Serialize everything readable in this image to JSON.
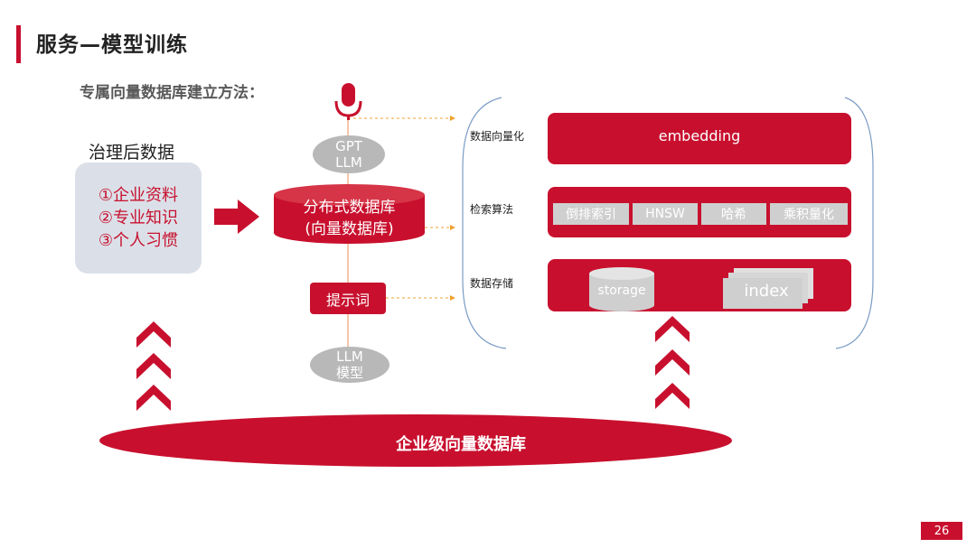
{
  "header": {
    "title": "服务—模型训练",
    "subtitle": "专属向量数据库建立方法："
  },
  "source": {
    "title": "治理后数据",
    "items": [
      "①企业资料",
      "②专业知识",
      "③个人习惯"
    ]
  },
  "pipeline": {
    "gpt_line1": "GPT",
    "gpt_line2": "LLM",
    "db_line1": "分布式数据库",
    "db_line2": "(向量数据库)",
    "prompt": "提示词",
    "llm_line1": "LLM",
    "llm_line2": "模型"
  },
  "stages": {
    "vectorize": {
      "label": "数据向量化",
      "content": "embedding"
    },
    "retrieval": {
      "label": "检索算法",
      "algorithms": [
        "倒排索引",
        "HNSW",
        "哈希",
        "乘积量化"
      ]
    },
    "storage": {
      "label": "数据存储",
      "storage": "storage",
      "index": "index"
    }
  },
  "base": {
    "label": "企业级向量数据库"
  },
  "footer": {
    "page": "26"
  },
  "colors": {
    "accent": "#c8102e",
    "grey": "#b8b8b8",
    "box_bg": "#dbe0e8",
    "guide": "#f0a030"
  },
  "icons": [
    "microphone-icon",
    "right-arrow-icon",
    "chevron-up-icon"
  ]
}
